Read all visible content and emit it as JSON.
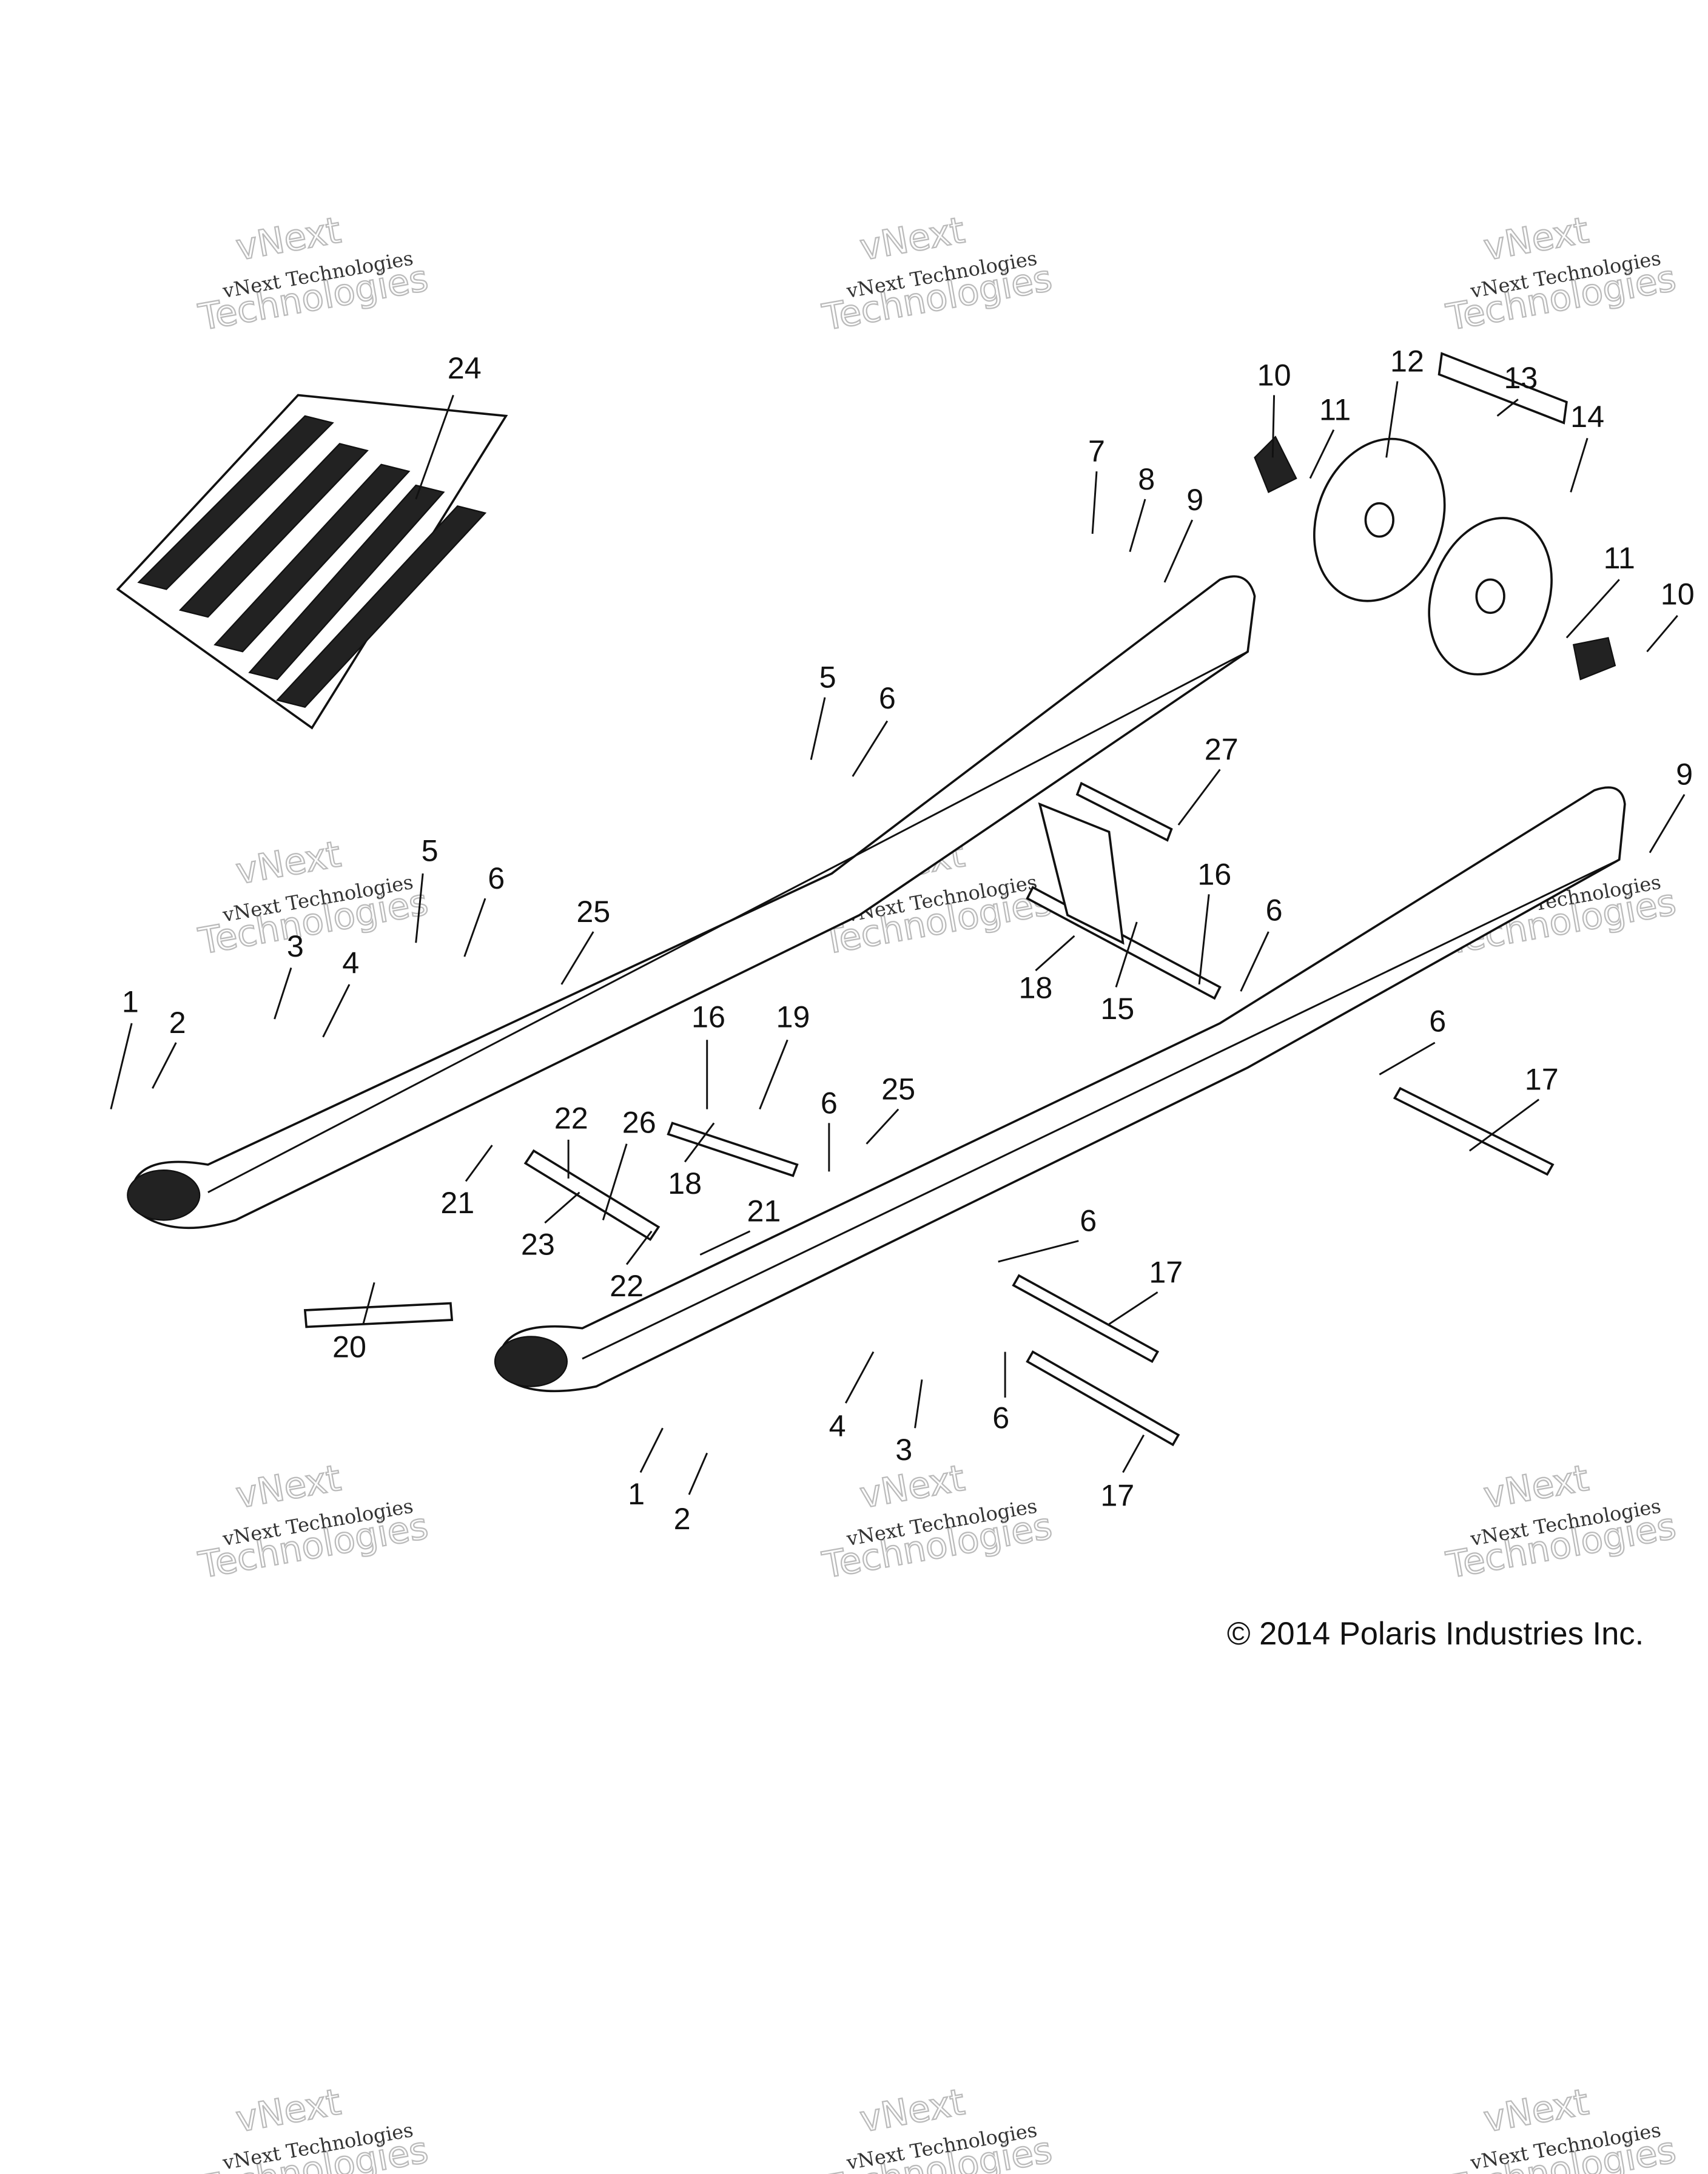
{
  "diagram": {
    "copyright": "© 2014 Polaris Industries Inc.",
    "watermark": {
      "line1": "vNext Technologies",
      "line2": "Technologies",
      "line3": "vNext"
    },
    "callouts": [
      "24",
      "10",
      "11",
      "12",
      "13",
      "14",
      "7",
      "8",
      "9",
      "11",
      "10",
      "5",
      "6",
      "27",
      "9",
      "5",
      "6",
      "25",
      "16",
      "6",
      "3",
      "4",
      "18",
      "15",
      "1",
      "2",
      "16",
      "19",
      "6",
      "17",
      "22",
      "26",
      "25",
      "6",
      "18",
      "21",
      "21",
      "23",
      "22",
      "6",
      "17",
      "20",
      "4",
      "3",
      "6",
      "17",
      "1",
      "2"
    ]
  }
}
